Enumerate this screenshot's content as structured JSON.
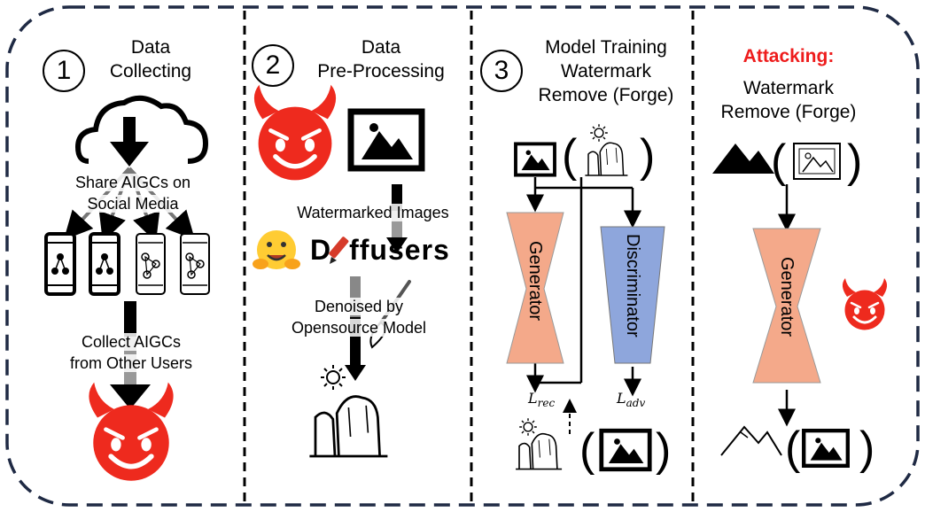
{
  "panel1": {
    "number": "1",
    "title_line1": "Data",
    "title_line2": "Collecting",
    "share_line1": "Share AIGCs on",
    "share_line2": "Social Media",
    "collect_line1": "Collect AIGCs",
    "collect_line2": "from Other Users"
  },
  "panel2": {
    "number": "2",
    "title_line1": "Data",
    "title_line2": "Pre-Processing",
    "watermarked_label": "Watermarked Images",
    "diffusers_prefix": "D",
    "diffusers_suffix": "ffusers",
    "denoise_line1": "Denoised by",
    "denoise_line2": "Opensource Model"
  },
  "panel3": {
    "number": "3",
    "title_line1": "Model Training",
    "title_line2": "Watermark",
    "title_line3": "Remove (Forge)",
    "generator_label": "Generator",
    "discriminator_label": "Discriminator",
    "loss_rec_main": "L",
    "loss_rec_sub": "rec",
    "loss_adv_main": "L",
    "loss_adv_sub": "adv",
    "paren_open": "(",
    "paren_close": ")"
  },
  "panel4": {
    "attack_label": "Attacking:",
    "title_line1": "Watermark",
    "title_line2": "Remove (Forge)",
    "generator_label": "Generator",
    "paren_open": "(",
    "paren_close": ")"
  },
  "colors": {
    "attack_red": "#ee1c1c",
    "devil_red": "#ee2a1e",
    "generator_fill": "#f4a98a",
    "discriminator_fill": "#8ea6dc",
    "border_navy": "#1f2a44",
    "hug_yellow": "#ffcc33"
  },
  "icons": [
    "cloud-download-icon",
    "smartphone-network-icon",
    "devil-face-icon",
    "image-frame-icon",
    "mountain-sun-icon",
    "hugging-face-icon",
    "paintbrush-icon"
  ]
}
